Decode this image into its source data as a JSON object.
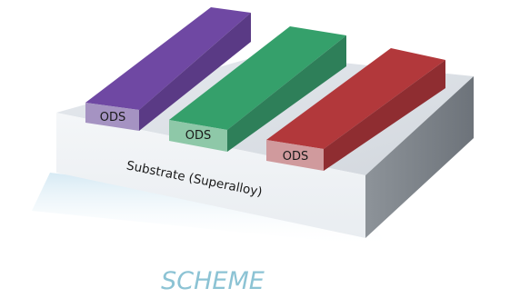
{
  "diagram": {
    "substrate_label": "Substrate (Superalloy)",
    "bars": [
      {
        "label": "ODS",
        "color": "purple"
      },
      {
        "label": "ODS",
        "color": "green"
      },
      {
        "label": "ODS",
        "color": "red"
      }
    ],
    "caption": "SCHEME"
  }
}
